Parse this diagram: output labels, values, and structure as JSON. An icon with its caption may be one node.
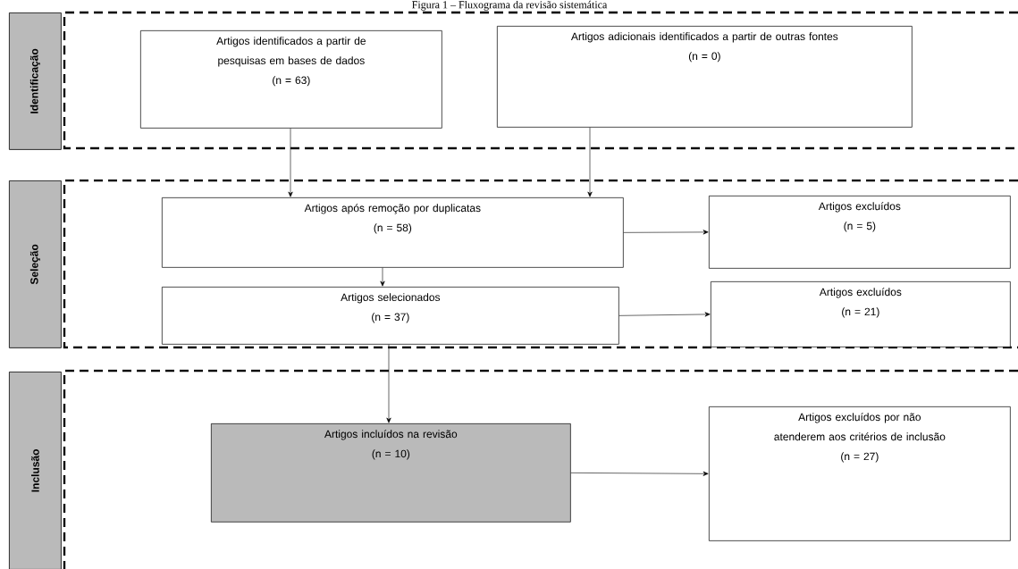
{
  "diagram": {
    "title": "Figura 1 – Fluxograma da revisão sistemática",
    "nodes": [
      {
        "text": [
          "Identificação"
        ]
      },
      {
        "text": [
          "Artigos identificados a partir de pesquisas em bases de dados",
          "(n = 63)"
        ]
      },
      {
        "text": [
          "Artigos adicionais identificados a partir de outras fontes",
          "(n = 0)"
        ]
      },
      {
        "text": [
          "Seleção"
        ]
      },
      {
        "text": [
          "Artigos após remoção por duplicatas",
          "(n = 58)"
        ]
      },
      {
        "text": [
          "Artigos excluídos",
          "(n = 5)"
        ]
      },
      {
        "text": [
          "Artigos selecionados",
          "(n = 37)"
        ]
      },
      {
        "text": [
          "Artigos excluídos",
          "(n = 21)"
        ]
      },
      {
        "text": [
          "Inclusão"
        ]
      },
      {
        "text": [
          "Artigos incluídos na revisão",
          "(n = 10)"
        ]
      },
      {
        "text": [
          "Artigos excluídos por não atenderem aos critérios de inclusão",
          "(n = 27)"
        ]
      }
    ],
    "edges": [
      {
        "from": 1,
        "to": 4,
        "arrow": "to"
      },
      {
        "from": 2,
        "to": 4,
        "arrow": "to"
      },
      {
        "from": 4,
        "to": 5,
        "arrow": "to"
      },
      {
        "from": 4,
        "to": 6,
        "arrow": "to"
      },
      {
        "from": 6,
        "to": 7,
        "arrow": "to"
      },
      {
        "from": 6,
        "to": 9,
        "arrow": "to"
      },
      {
        "from": 9,
        "to": 10,
        "arrow": "to"
      }
    ]
  }
}
